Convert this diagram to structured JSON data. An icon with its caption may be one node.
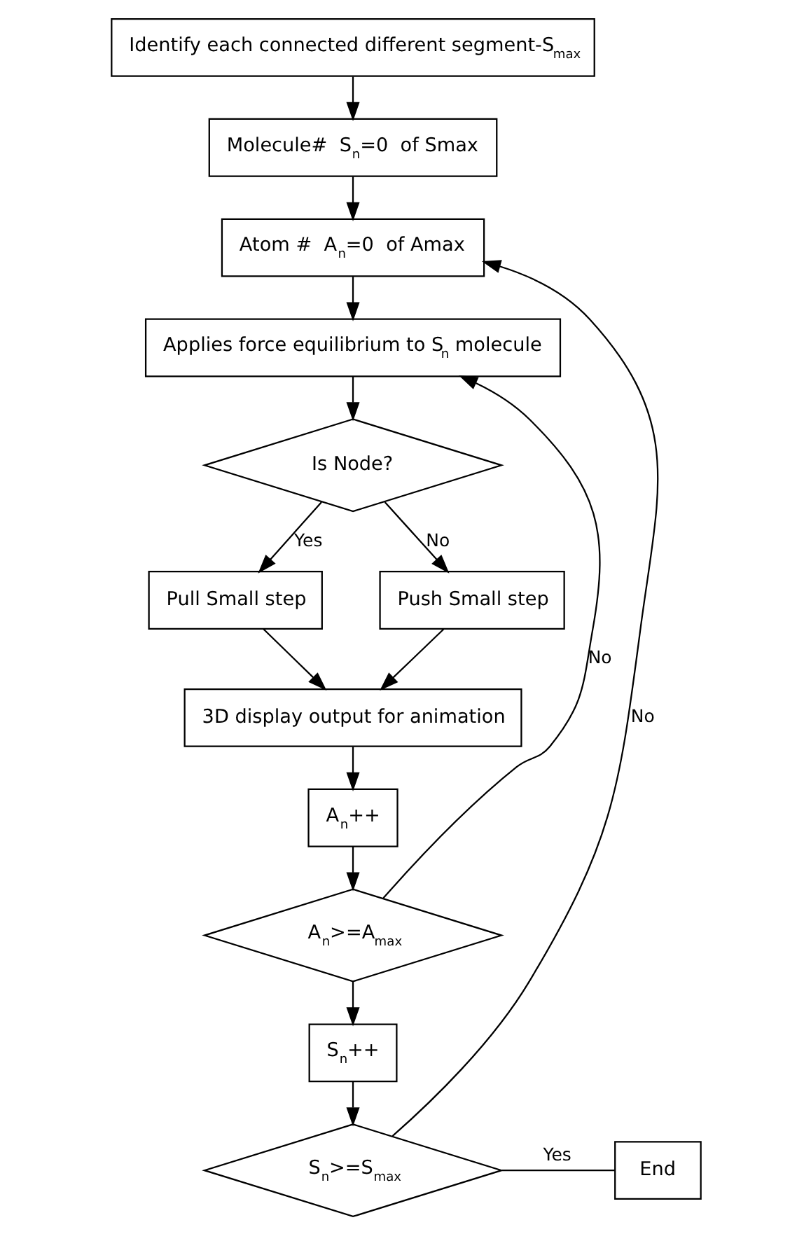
{
  "diagram": {
    "nodes": [
      {
        "text": [
          "Identify each connected different segment-S$_{max}$"
        ]
      },
      {
        "text": [
          "Molecule#  S$_{n}$=0  of Smax"
        ]
      },
      {
        "text": [
          "Atom #  A$_{n}$=0  of Amax"
        ]
      },
      {
        "text": [
          "Applies force equilibrium to S$_{n}$ molecule"
        ]
      },
      {
        "text": [
          "Is Node?"
        ]
      },
      {
        "text": [
          "Pull Small step"
        ]
      },
      {
        "text": [
          "Push Small step"
        ]
      },
      {
        "text": [
          "3D display output for animation"
        ]
      },
      {
        "text": [
          "A$_{n}$++"
        ]
      },
      {
        "text": [
          "A$_{n}$>=A$_{max}$"
        ]
      },
      {
        "text": [
          "S$_{n}$++"
        ]
      },
      {
        "text": [
          "S$_{n}$>=S$_{max}$"
        ]
      },
      {
        "text": [
          "End"
        ]
      }
    ],
    "edges": [
      {
        "from": 0,
        "to": 1,
        "arrow": "to"
      },
      {
        "from": 1,
        "to": 2,
        "arrow": "to"
      },
      {
        "from": 2,
        "to": 3,
        "arrow": "to"
      },
      {
        "from": 3,
        "to": 4,
        "arrow": "to"
      },
      {
        "from": 4,
        "to": 5,
        "label": "Yes",
        "arrow": "to"
      },
      {
        "from": 4,
        "to": 6,
        "label": "No",
        "arrow": "to"
      },
      {
        "from": 5,
        "to": 7,
        "arrow": "to"
      },
      {
        "from": 6,
        "to": 7,
        "arrow": "to"
      },
      {
        "from": 7,
        "to": 8,
        "arrow": "to"
      },
      {
        "from": 8,
        "to": 9,
        "arrow": "to"
      },
      {
        "from": 9,
        "to": 3,
        "label": "No",
        "arrow": "to"
      },
      {
        "from": 9,
        "to": 10,
        "arrow": "to"
      },
      {
        "from": 10,
        "to": 11,
        "arrow": "to"
      },
      {
        "from": 11,
        "to": 12,
        "label": "Yes",
        "arrow": "none"
      },
      {
        "from": 11,
        "to": 2,
        "label": "No",
        "arrow": "to"
      }
    ]
  }
}
